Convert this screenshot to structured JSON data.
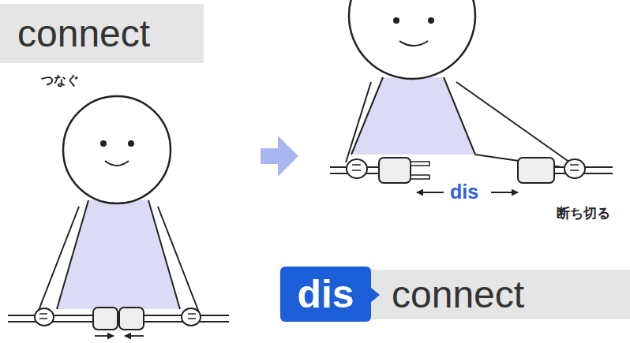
{
  "diagram": {
    "nodes": [
      {
        "text": [
          "connect"
        ]
      },
      {
        "text": [
          "dis"
        ]
      },
      {
        "text": [
          "connect"
        ]
      }
    ],
    "labels": [
      "つなぐ",
      "dis",
      "断ち切る"
    ]
  }
}
